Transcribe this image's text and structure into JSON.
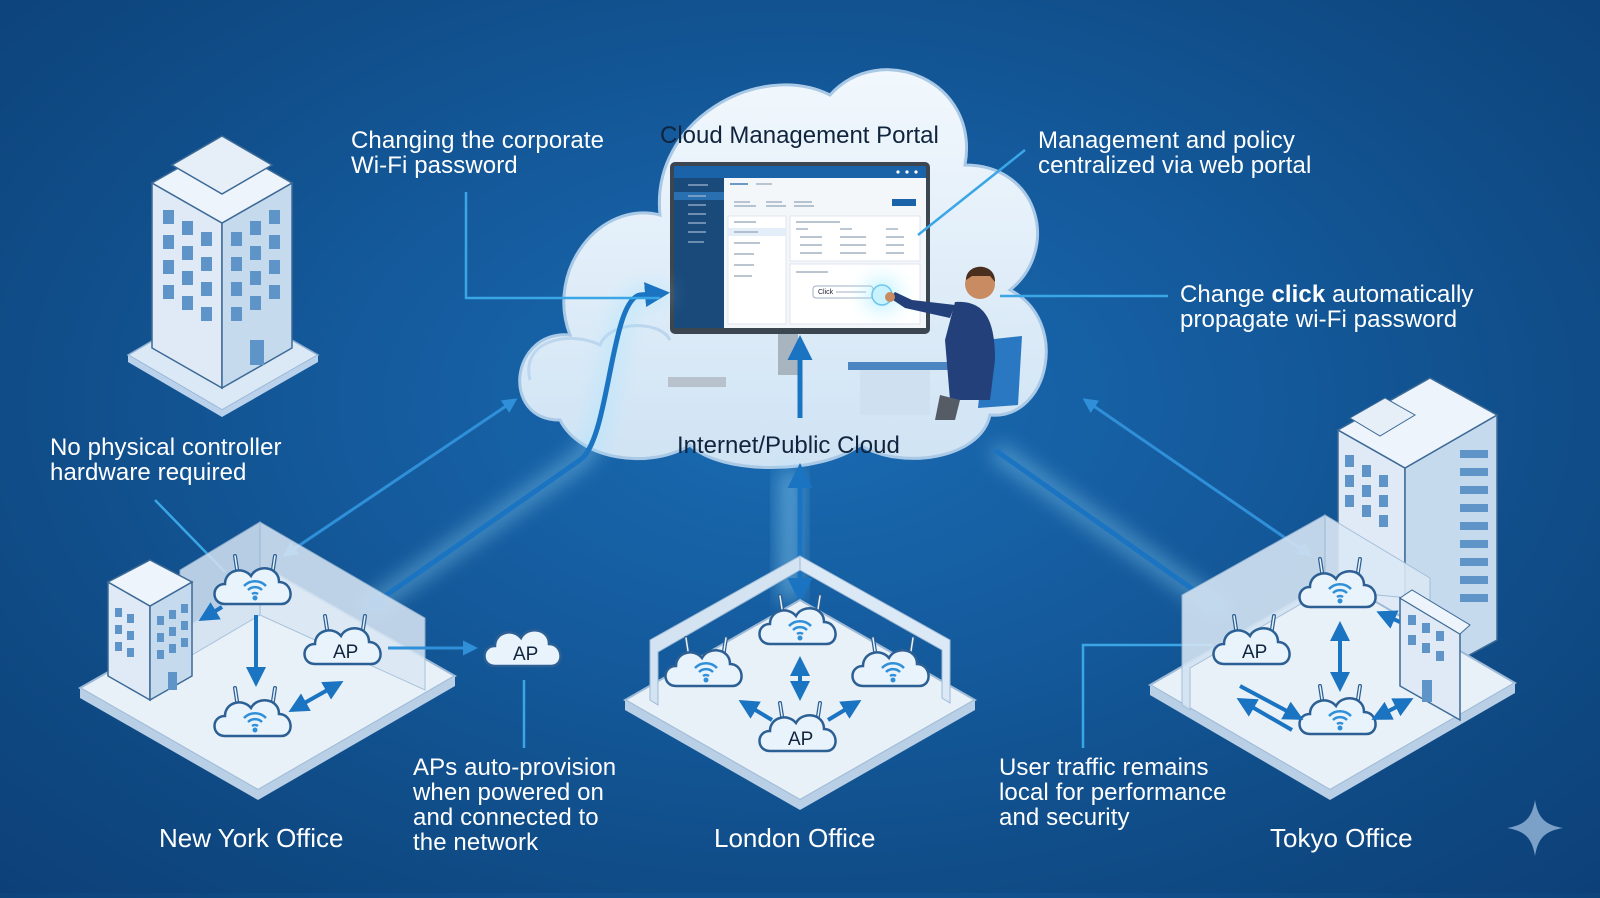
{
  "diagram": {
    "title_portal": "Cloud Management Portal",
    "cloud_label": "Internet/Public Cloud",
    "portal_click_label": "Click",
    "ap_label": "AP",
    "callouts": {
      "password_change": "Changing the corporate\nWi-Fi password",
      "centralized": "Management and policy\ncentralized via web portal",
      "propagate_pre": "Change ",
      "propagate_bold": "click",
      "propagate_post": " automatically\npropagate wi-Fi password",
      "no_controller": "No physical controller\nhardware required",
      "auto_provision": "APs auto-provision\nwhen powered on\nand connected to\nthe network",
      "local_traffic": "User traffic remains\nlocal for performance\nand security"
    },
    "offices": {
      "new_york": "New York Office",
      "london": "London Office",
      "tokyo": "Tokyo Office"
    },
    "colors": {
      "background": "#145a9c",
      "cloud_fill": "#e4f0fa",
      "link_blue": "#1b74c2",
      "callout_line": "#3aa6e6",
      "glow": "#9fe3ff",
      "floor": "#e8f0f8",
      "portal_sidebar": "#1a4a7a"
    }
  }
}
